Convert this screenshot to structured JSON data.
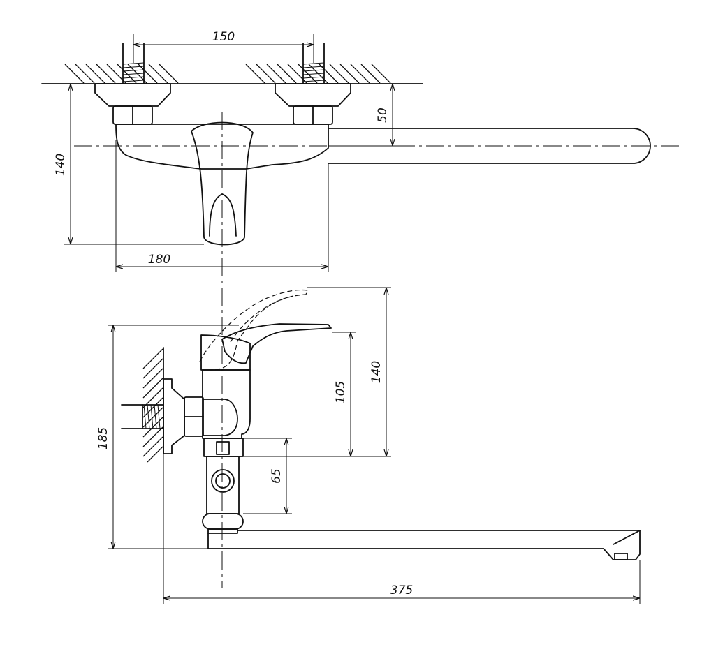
{
  "dimensions": {
    "top_view": {
      "inlet_spacing": "150",
      "spout_offset": "50",
      "height": "140",
      "width": "180"
    },
    "side_view": {
      "lever_height": "105",
      "lever_open_height": "140",
      "body_section": "65",
      "overall_height": "185",
      "spout_length": "375"
    }
  },
  "colors": {
    "line": "#111111",
    "background": "#ffffff"
  }
}
